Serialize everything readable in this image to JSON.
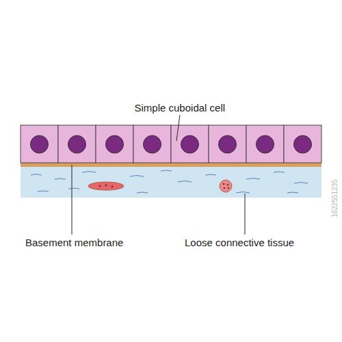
{
  "diagram": {
    "labels": [
      "Simple cuboidal cell",
      "Basement membrane",
      "Loose connective tissue",
      "1622551235"
    ]
  }
}
